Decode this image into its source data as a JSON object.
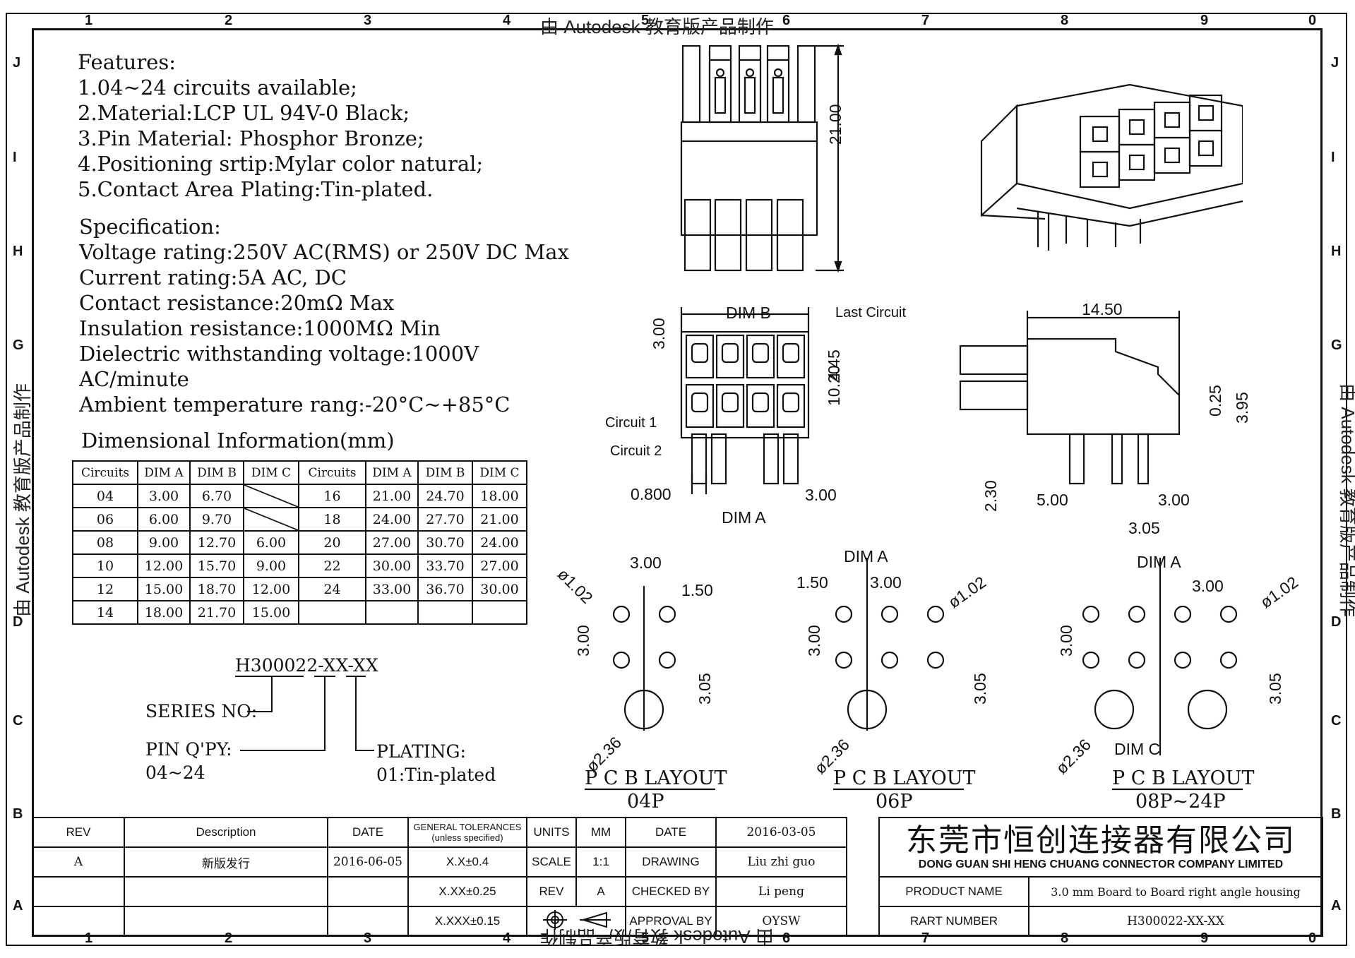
{
  "watermark": "由 Autodesk 教育版产品制作",
  "grid": {
    "columns": [
      "1",
      "2",
      "3",
      "4",
      "5",
      "6",
      "7",
      "8",
      "9",
      "0"
    ],
    "rows": [
      "J",
      "I",
      "H",
      "G",
      "D",
      "C",
      "B",
      "A"
    ]
  },
  "features": {
    "title": "Features:",
    "items": [
      "1.04~24 circuits available;",
      "2.Material:LCP UL 94V-0 Black;",
      "3.Pin Material: Phosphor Bronze;",
      "4.Positioning srtip:Mylar color natural;",
      "5.Contact Area Plating:Tin-plated."
    ]
  },
  "specification": {
    "title": "Specification:",
    "items": [
      "Voltage rating:250V AC(RMS) or 250V DC Max",
      "Current rating:5A AC, DC",
      "Contact resistance:20mΩ Max",
      "Insulation resistance:1000MΩ Min",
      "Dielectric withstanding voltage:1000V",
      "AC/minute",
      "Ambient temperature rang:-20°C~+85°C"
    ]
  },
  "dim_info": {
    "title": "Dimensional Information(mm)",
    "headers": [
      "Circuits",
      "DIM A",
      "DIM B",
      "DIM C"
    ],
    "left_rows": [
      [
        "04",
        "3.00",
        "6.70",
        ""
      ],
      [
        "06",
        "6.00",
        "9.70",
        ""
      ],
      [
        "08",
        "9.00",
        "12.70",
        "6.00"
      ],
      [
        "10",
        "12.00",
        "15.70",
        "9.00"
      ],
      [
        "12",
        "15.00",
        "18.70",
        "12.00"
      ],
      [
        "14",
        "18.00",
        "21.70",
        "15.00"
      ]
    ],
    "right_rows": [
      [
        "16",
        "21.00",
        "24.70",
        "18.00"
      ],
      [
        "18",
        "24.00",
        "27.70",
        "21.00"
      ],
      [
        "20",
        "27.00",
        "30.70",
        "24.00"
      ],
      [
        "22",
        "30.00",
        "33.70",
        "27.00"
      ],
      [
        "24",
        "33.00",
        "36.70",
        "30.00"
      ],
      [
        "",
        "",
        "",
        ""
      ]
    ]
  },
  "part_code": {
    "code": "H300022-XX-XX",
    "series": "SERIES NO:",
    "pin_qty": "PIN Q'PY:",
    "pin_range": "04~24",
    "plating": "PLATING:",
    "plating_val": "01:Tin-plated"
  },
  "front_view": {
    "dim_21": "21.00"
  },
  "face_view": {
    "dim_b": "DIM B",
    "last_circuit": "Last Circuit",
    "dim_300": "3.00",
    "dim_445": "4.45",
    "dim_1020": "10.20",
    "circuit1": "Circuit 1",
    "circuit2": "Circuit 2",
    "dim_0800": "0.800",
    "dim_300b": "3.00",
    "dim_a": "DIM A"
  },
  "side_view": {
    "dim_1450": "14.50",
    "dim_025": "0.25",
    "dim_395": "3.95",
    "dim_230": "2.30",
    "dim_500": "5.00",
    "dim_300": "3.00",
    "dim_305": "3.05"
  },
  "layouts": [
    {
      "title": "P C B LAYOUT",
      "sub": "04P",
      "d1": "3.00",
      "d2": "1.50",
      "hole": "ø1.02",
      "v1": "3.00",
      "v2": "3.05",
      "big": "ø2.36"
    },
    {
      "title": "P C B LAYOUT",
      "sub": "06P",
      "d1": "DIM A",
      "d2": "1.50",
      "d3": "3.00",
      "hole": "ø1.02",
      "v1": "3.00",
      "v2": "3.05",
      "big": "ø2.36"
    },
    {
      "title": "P C B LAYOUT",
      "sub": "08P~24P",
      "d1": "DIM A",
      "d3": "3.00",
      "hole": "ø1.02",
      "v1": "3.00",
      "v2": "3.05",
      "big": "ø2.36",
      "dimc": "DIM C"
    }
  ],
  "title_block": {
    "rev_h": "REV",
    "desc_h": "Description",
    "date_h": "DATE",
    "tol_h1": "GENERAL TOLERANCES",
    "tol_h2": "(unless specified)",
    "units": "UNITS",
    "mm": "MM",
    "date_lbl": "DATE",
    "date_val": "2016-03-05",
    "rev_val": "A",
    "desc_val": "新版发行",
    "date_row": "2016-06-05",
    "tol1": "X.X±0.4",
    "tol2": "X.XX±0.25",
    "tol3": "X.XXX±0.15",
    "scale": "SCALE",
    "scale_val": "1:1",
    "rev_lbl": "REV",
    "rev_lbl_val": "A",
    "drawing": "DRAWING",
    "drawing_val": "Liu zhi guo",
    "checked": "CHECKED BY",
    "checked_val": "Li peng",
    "approval": "APPROVAL BY",
    "approval_val": "OYSW",
    "company_cn": "东莞市恒创连接器有限公司",
    "company_en": "DONG GUAN SHI HENG CHUANG CONNECTOR COMPANY LIMITED",
    "product_lbl": "PRODUCT NAME",
    "product_val": "3.0 mm Board to Board right angle housing",
    "part_lbl": "RART NUMBER",
    "part_val": "H300022-XX-XX"
  }
}
